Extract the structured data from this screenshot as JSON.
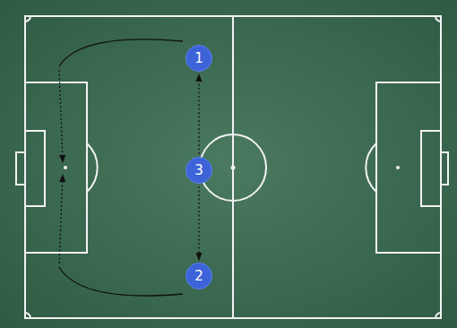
{
  "diagram": {
    "nodes": [
      {
        "text": [
          "1"
        ]
      },
      {
        "text": [
          "3"
        ]
      },
      {
        "text": [
          "2"
        ]
      }
    ],
    "edges": [
      {
        "from": 1,
        "to": 0,
        "arrow": "to"
      },
      {
        "from": 1,
        "to": 2,
        "arrow": "to"
      }
    ]
  }
}
